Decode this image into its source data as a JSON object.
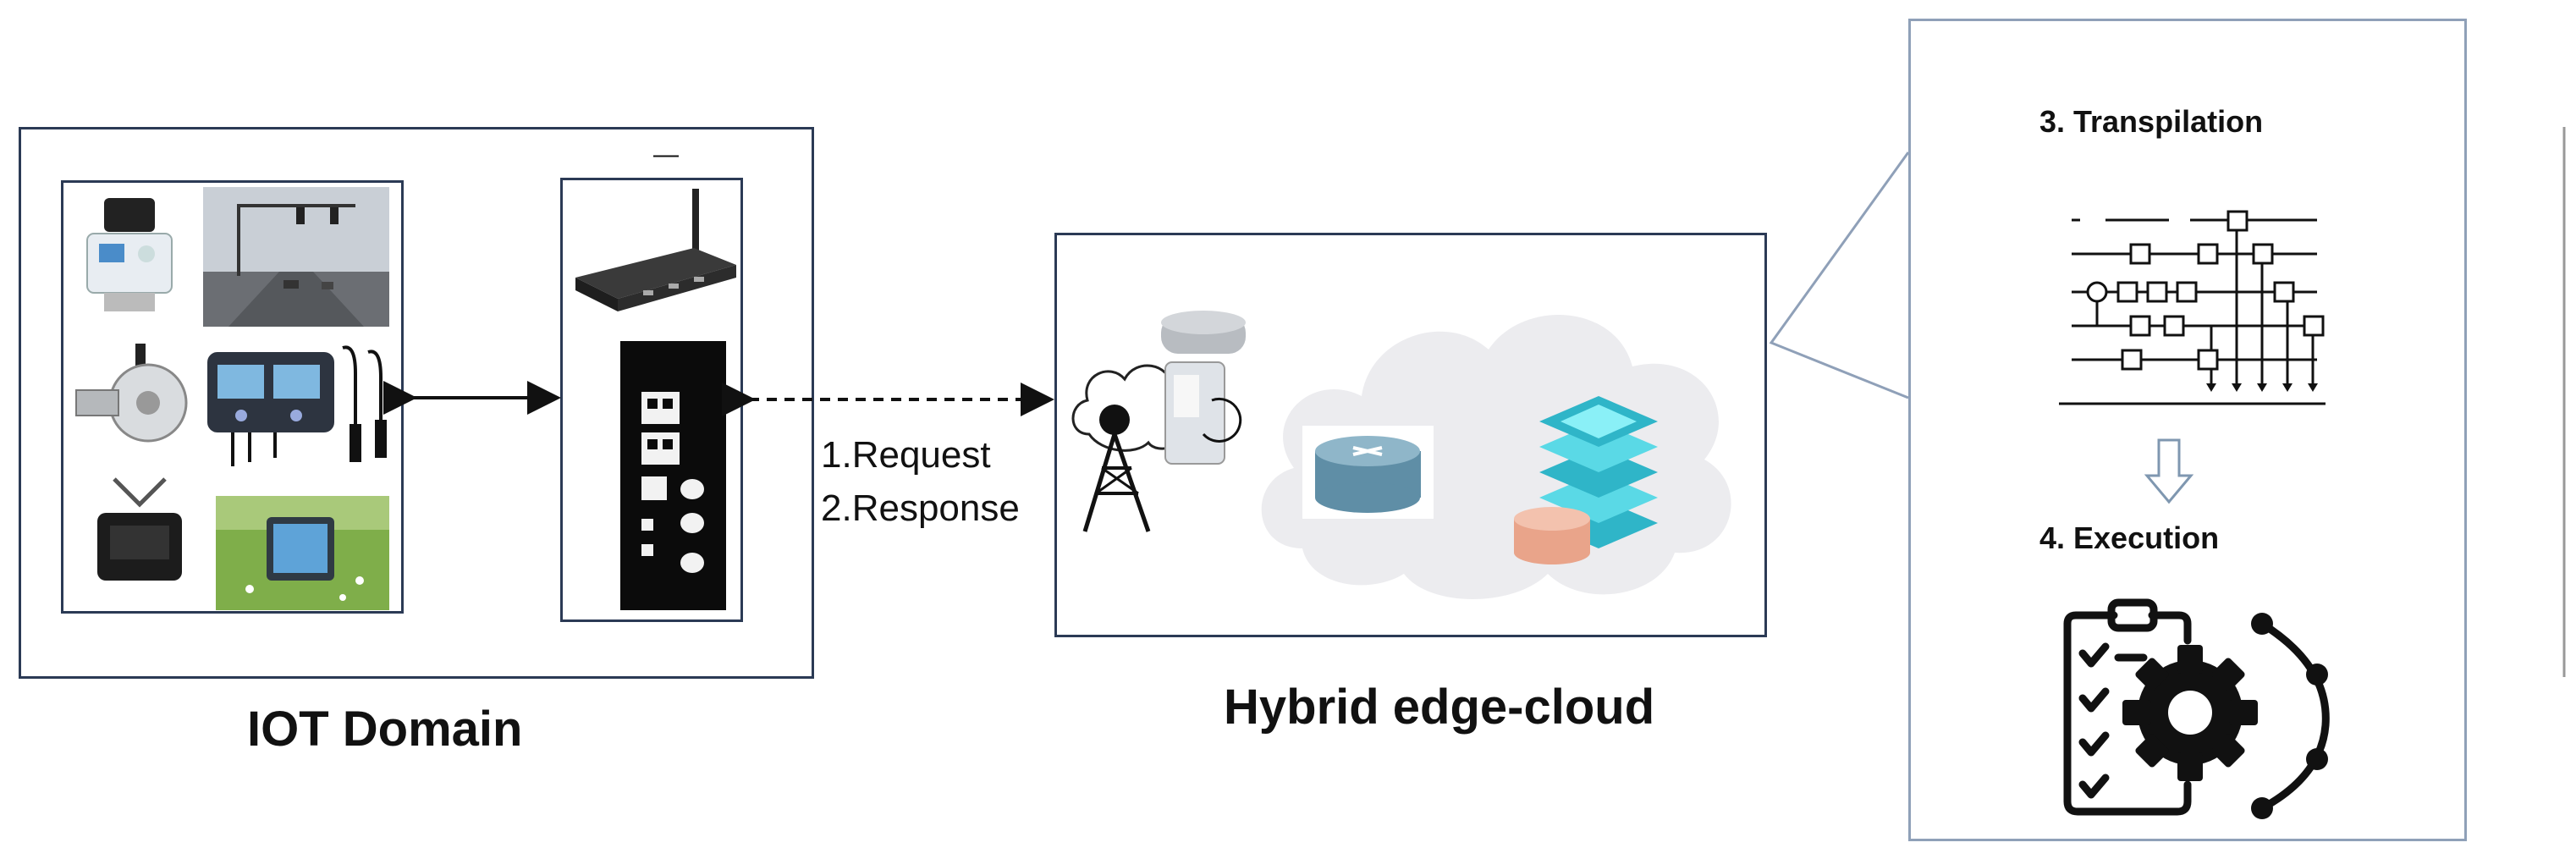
{
  "iot": {
    "title": "IOT Domain",
    "gateway_mark": "—"
  },
  "link": {
    "request_label": "1.Request",
    "response_label": "2.Response"
  },
  "edge_cloud": {
    "title": "Hybrid edge-cloud"
  },
  "callout": {
    "step3_label": "3. Transpilation",
    "step4_label": "4. Execution"
  },
  "colors": {
    "outline": "#2b3a55",
    "callout_border": "#8fa0b8",
    "cloud_fill": "#ececef",
    "router_blue": "#5f8ea6",
    "router_salmon": "#e9a48a",
    "stack_cyan": "#39c6d8",
    "arrow_outline": "#7f97b0"
  }
}
